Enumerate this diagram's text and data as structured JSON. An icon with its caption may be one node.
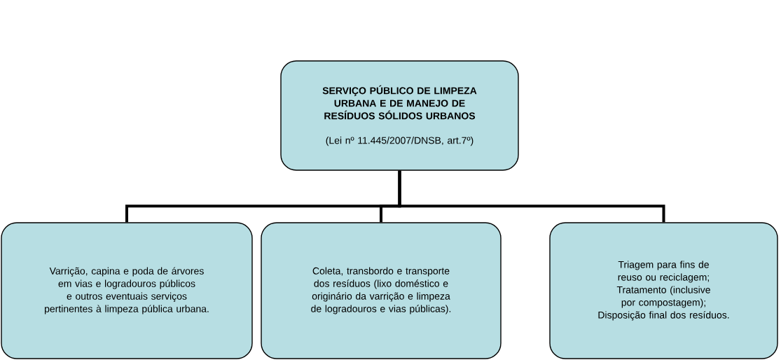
{
  "diagram": {
    "nodes": [
      {
        "text": [
          "SERVIÇO PÚBLICO DE LIMPEZA URBANA E DE MANEJO DE RESÍDUOS SÓLIDOS URBANOS",
          "(Lei nº 11.445/2007/DNSB, art.7º)"
        ]
      },
      {
        "text": [
          "Varrição, capina e poda de árvores em vias e logradouros públicos e outros eventuais serviços pertinentes à limpeza pública urbana."
        ]
      },
      {
        "text": [
          "Coleta, transbordo e transporte dos resíduos (lixo doméstico e originário da varrição e limpeza de logradouros e vias públicas)."
        ]
      },
      {
        "text": [
          "Triagem para fins de reuso ou reciclagem;",
          "Tratamento (inclusive por compostagem);",
          "Disposição final dos resíduos."
        ]
      }
    ],
    "edges": [
      {
        "from": 0,
        "to": 1,
        "arrow": "none"
      },
      {
        "from": 0,
        "to": 2,
        "arrow": "none"
      },
      {
        "from": 0,
        "to": 3,
        "arrow": "none"
      }
    ]
  }
}
